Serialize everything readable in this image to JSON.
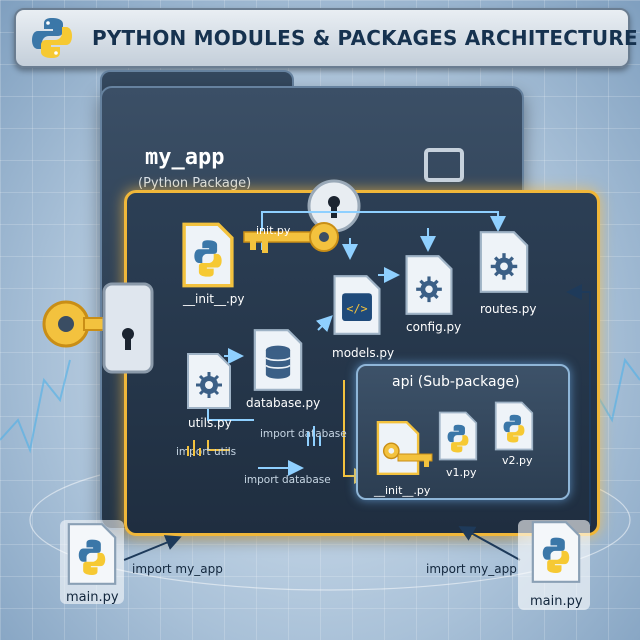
{
  "title": "PYTHON MODULES & PACKAGES ARCHITECTURE",
  "package": {
    "name": "my_app",
    "subtitle": "(Python Package)"
  },
  "files": {
    "init_main": "__init__.py",
    "init_key_label": "init.py",
    "utils": "utils.py",
    "database": "database.py",
    "models": "models.py",
    "config": "config.py",
    "routes": "routes.py"
  },
  "subpackage": {
    "title": "api (Sub-package)",
    "files": {
      "init": "__init__.py",
      "v1": "v1.py",
      "v2": "v2.py"
    }
  },
  "imports": {
    "utils": "import utils",
    "database_1": "import database",
    "database_2": "import database",
    "left_app": "import my_app",
    "right_app": "import my_app"
  },
  "main_left": "main.py",
  "main_right": "main.py",
  "colors": {
    "python_blue": "#3b77a8",
    "python_yellow": "#f6c933",
    "gold": "#f0b73a",
    "glow_blue": "#8fd0ff"
  }
}
